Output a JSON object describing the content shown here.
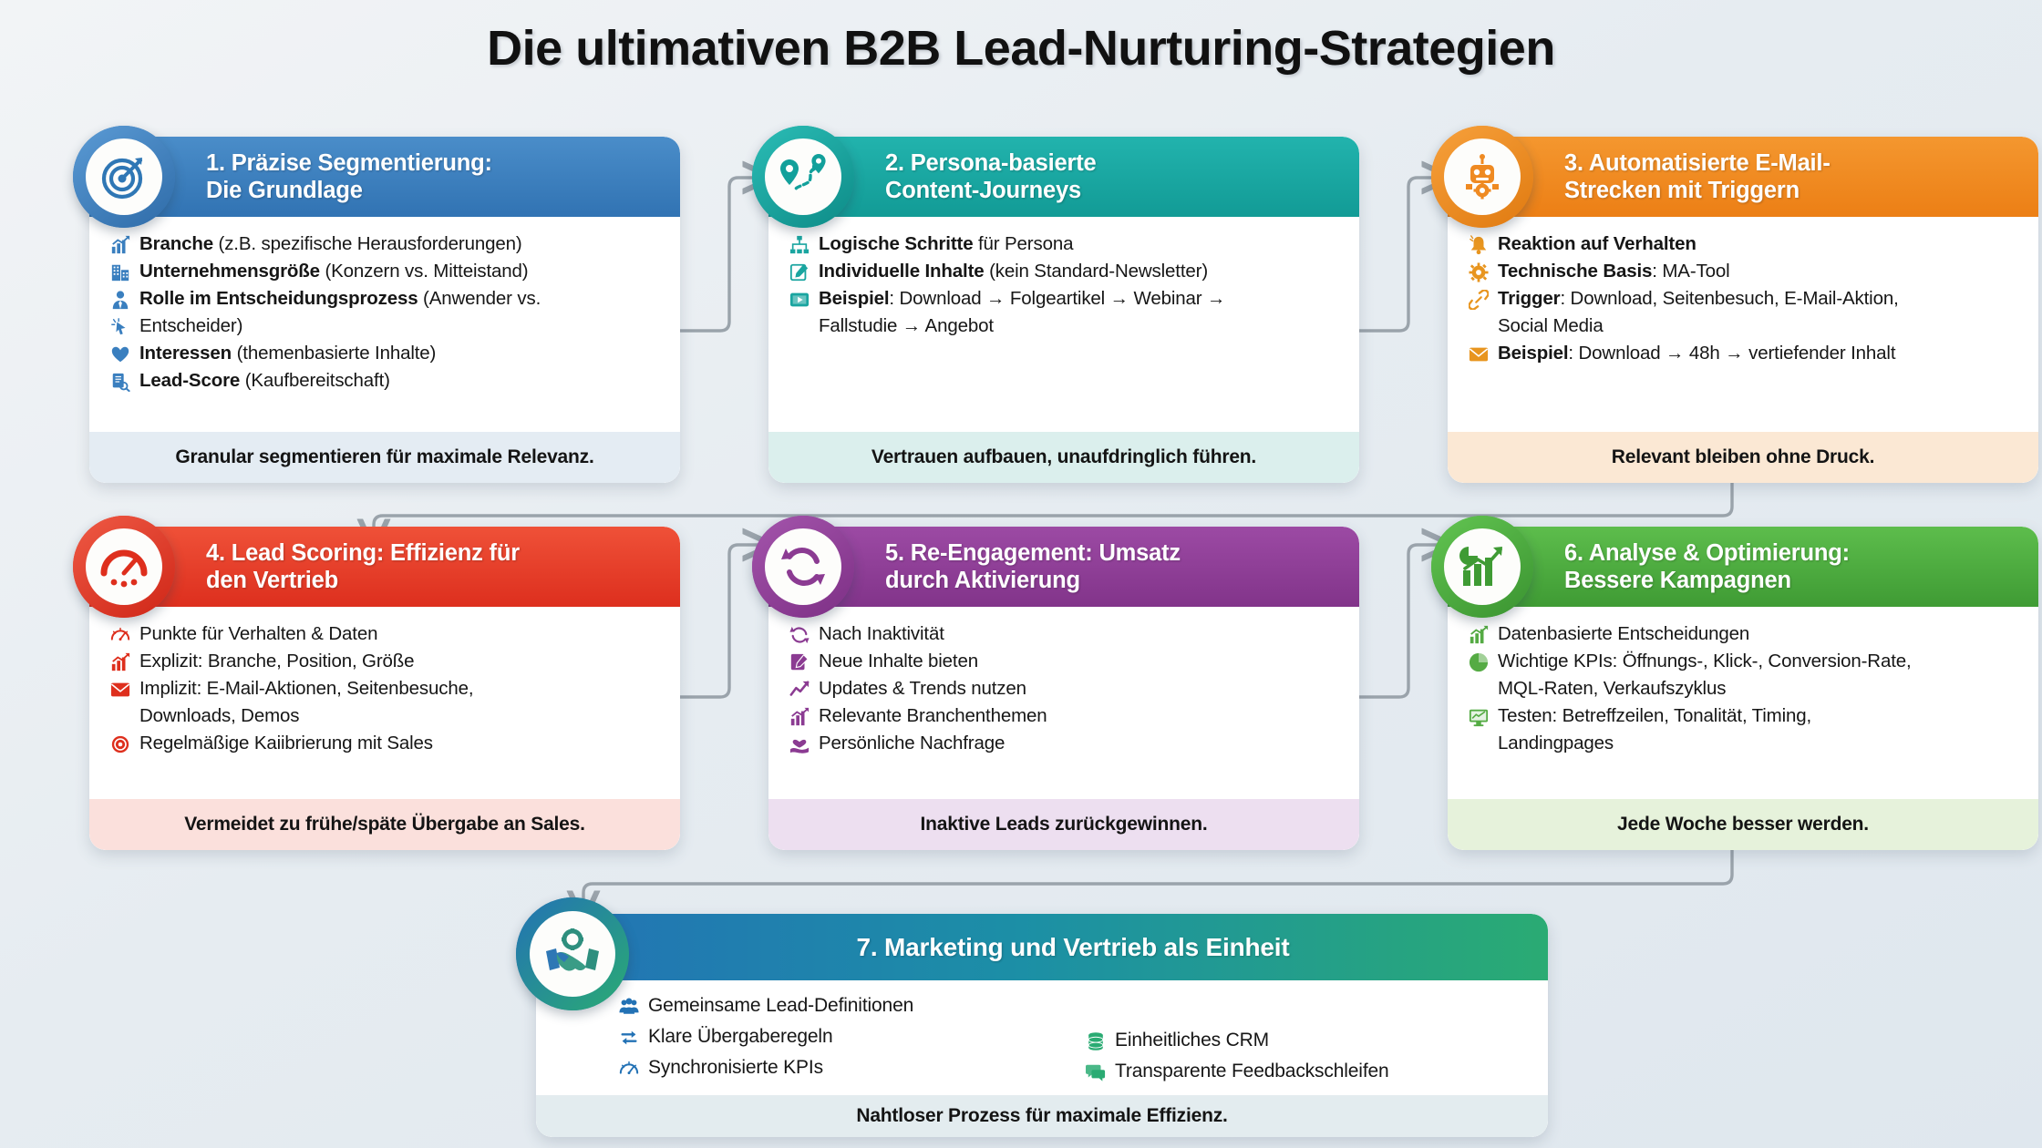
{
  "title": "Die ultimativen B2B Lead-Nurturing-Strategien",
  "palette": {
    "card1": "#3a7fbf",
    "card2": "#1aa5a0",
    "card3": "#f08a21",
    "card4": "#e8402c",
    "card5": "#8f3f96",
    "card6": "#4caf3f",
    "card7_from": "#2372b5",
    "card7_to": "#2aab73",
    "connector": "#9aa3ab"
  },
  "cards": [
    {
      "id": "card1",
      "number": "1.",
      "title": "1. Präzise Segmentierung: Die Grundlage",
      "icon": "target-icon",
      "header_color": "#3a7fbf",
      "footer_color": "#e4ecf3",
      "bullets": [
        {
          "icon": "chart-growth-icon",
          "bold": "Branche",
          "rest": " (z.B. spezifische Herausforderungen)"
        },
        {
          "icon": "building-icon",
          "bold": "Unternehmensgröße",
          "rest": " (Konzern vs. Mitteistand)"
        },
        {
          "icon": "person-tie-icon",
          "bold": "Rolle im Entscheidungsprozess",
          "rest": " (Anwender vs."
        },
        {
          "icon": "cursor-click-icon",
          "bold": "",
          "rest": "Entscheider)"
        },
        {
          "icon": "heart-icon",
          "bold": "Interessen",
          "rest": " (themenbasierte Inhalte)"
        },
        {
          "icon": "document-search-icon",
          "bold": "Lead-Score",
          "rest": " (Kaufbereitschaft)"
        }
      ],
      "footer": "Granular segmentieren für maximale Relevanz."
    },
    {
      "id": "card2",
      "number": "2.",
      "title": "2. Persona-basierte Content-Journeys",
      "icon": "route-pins-icon",
      "header_color": "#1aa5a0",
      "footer_color": "#dbefed",
      "bullets": [
        {
          "icon": "hierarchy-icon",
          "bold": "Logische Schritte",
          "rest": " für Persona"
        },
        {
          "icon": "edit-note-icon",
          "bold": "Individuelle Inhalte",
          "rest": " (kein Standard-Newsletter)"
        },
        {
          "icon": "video-icon",
          "bold": "Beispiel",
          "rest": ": Download → Folgeartikel → Webinar →"
        },
        {
          "icon": "",
          "bold": "",
          "rest": "Fallstudie → Angebot"
        }
      ],
      "footer": "Vertrauen aufbauen, unaufdringlich führen."
    },
    {
      "id": "card3",
      "number": "3.",
      "title": "3. Automatisierte E-Mail-Strecken mit Triggern",
      "icon": "robot-gear-icon",
      "header_color": "#f08a21",
      "footer_color": "#fbe8d4",
      "bullets": [
        {
          "icon": "bell-icon",
          "bold": "Reaktion auf Verhalten",
          "rest": ""
        },
        {
          "icon": "gear-icon",
          "bold": "Technische Basis",
          "rest": ": MA-Tool"
        },
        {
          "icon": "link-icon",
          "bold": "Trigger",
          "rest": ": Download, Seitenbesuch, E-Mail-Aktion,"
        },
        {
          "icon": "",
          "bold": "",
          "rest": "Social Media"
        },
        {
          "icon": "envelope-icon",
          "bold": "Beispiel",
          "rest": ": Download → 48h → vertiefender Inhalt"
        }
      ],
      "footer": "Relevant bleiben ohne Druck."
    },
    {
      "id": "card4",
      "number": "4.",
      "title": "4. Lead Scoring: Effizienz für den Vertrieb",
      "icon": "gauge-icon",
      "header_color": "#e8402c",
      "footer_color": "#fbe0dc",
      "bullets": [
        {
          "icon": "speedometer-icon",
          "bold": "",
          "rest": "Punkte für Verhalten & Daten"
        },
        {
          "icon": "chart-growth-icon",
          "bold": "",
          "rest": "Explizit: Branche, Position, Größe"
        },
        {
          "icon": "envelope-icon",
          "bold": "",
          "rest": "Implizit: E-Mail-Aktionen, Seitenbesuche,"
        },
        {
          "icon": "",
          "bold": "",
          "rest": "Downloads, Demos"
        },
        {
          "icon": "target-small-icon",
          "bold": "",
          "rest": "Regelmäßige Kaiibrierung mit Sales"
        }
      ],
      "footer": "Vermeidet zu frühe/späte Übergabe an Sales."
    },
    {
      "id": "card5",
      "number": "5.",
      "title": "5. Re-Engagement: Umsatz durch Aktivierung",
      "icon": "refresh-cycle-icon",
      "header_color": "#8f3f96",
      "footer_color": "#eddff0",
      "bullets": [
        {
          "icon": "refresh-small-icon",
          "bold": "",
          "rest": "Nach Inaktivität"
        },
        {
          "icon": "note-edit-icon",
          "bold": "",
          "rest": "Neue Inhalte bieten"
        },
        {
          "icon": "trend-up-icon",
          "bold": "",
          "rest": "Updates & Trends nutzen"
        },
        {
          "icon": "bar-chart-icon",
          "bold": "",
          "rest": "Relevante Branchenthemen"
        },
        {
          "icon": "hand-heart-icon",
          "bold": "",
          "rest": "Persönliche Nachfrage"
        }
      ],
      "footer": "Inaktive Leads zurückgewinnen."
    },
    {
      "id": "card6",
      "number": "6.",
      "title": "6. Analyse & Optimierung: Bessere Kampagnen",
      "icon": "analytics-chart-icon",
      "header_color": "#4caf3f",
      "footer_color": "#e6f2db",
      "bullets": [
        {
          "icon": "bar-chart-icon",
          "bold": "",
          "rest": "Datenbasierte Entscheidungen"
        },
        {
          "icon": "pie-chart-icon",
          "bold": "",
          "rest": "Wichtige KPIs: Öffnungs-, Klick-, Conversion-Rate,"
        },
        {
          "icon": "",
          "bold": "",
          "rest": "MQL-Raten, Verkaufszyklus"
        },
        {
          "icon": "monitor-chart-icon",
          "bold": "",
          "rest": "Testen: Betreffzeilen, Tonalität, Timing,"
        },
        {
          "icon": "",
          "bold": "",
          "rest": "Landingpages"
        }
      ],
      "footer": "Jede Woche besser werden."
    }
  ],
  "card7": {
    "id": "card7",
    "number": "7.",
    "title": "7. Marketing und Vertrieb als Einheit",
    "icon": "handshake-gear-icon",
    "header_from": "#2372b5",
    "header_to": "#2aab73",
    "footer_color": "#e3ecef",
    "bullets_left": [
      {
        "icon": "people-group-icon",
        "rest": "Gemeinsame Lead-Definitionen"
      },
      {
        "icon": "exchange-arrows-icon",
        "rest": "Klare Übergaberegeln"
      },
      {
        "icon": "speedometer-icon",
        "rest": "Synchronisierte KPIs"
      }
    ],
    "bullets_right": [
      {
        "icon": "database-icon",
        "rest": "Einheitliches CRM"
      },
      {
        "icon": "chat-bubble-icon",
        "rest": "Transparente Feedbackschleifen"
      }
    ],
    "footer": "Nahtloser Prozess für maximale Effizienz."
  }
}
